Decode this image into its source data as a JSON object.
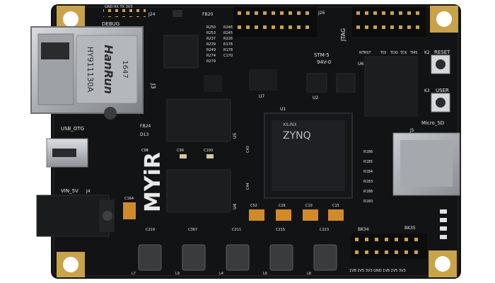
{
  "board": {
    "brand": "MYiR",
    "soc": {
      "maker": "XILINX",
      "name": "ZYNQ"
    },
    "ethernet": {
      "maker": "HanRun",
      "part": "HY911130A",
      "code": "1647"
    },
    "mcu_line": "STM-5",
    "rating": "94V-0",
    "colors": {
      "pcb": "#121314",
      "silkscreen": "#e8e8e8",
      "gold": "#c9a24a",
      "chip": "#1c1d1f",
      "inductor": "#3a3b3d",
      "tantalum": "#d18a2a"
    }
  },
  "labels": {
    "debug": "DEBUG",
    "jtag": "JTAG",
    "usb_otg": "USB_OTG",
    "vin": "VIN_5V",
    "reset": "RESET",
    "user": "USER",
    "micro_sd": "Micro_SD",
    "j3": "J3",
    "j4": "J4",
    "j5": "J5",
    "j24": "J24",
    "j26": "J26",
    "u1": "U1",
    "u2": "U2",
    "u4": "U4",
    "u5": "U5",
    "u6": "U6",
    "u7": "U7",
    "k2": "K2",
    "k3": "K3",
    "fb20": "FB20",
    "fb24": "FB24",
    "d13": "D13",
    "c98": "C98",
    "c99": "C99",
    "c100": "C100",
    "c43": "C43",
    "c44": "C44",
    "c164": "C164",
    "c52": "C52",
    "c26": "C26",
    "c10": "C10",
    "c15": "C15",
    "c219": "C219",
    "c367": "C367",
    "c211": "C211",
    "c215": "C215",
    "c223": "C223",
    "bk34": "BK34",
    "bk35": "BK35",
    "l7": "L7",
    "l9": "L9",
    "l4": "L4",
    "l6": "L6",
    "l8": "L8",
    "ntrst": "NTRST",
    "tdi": "TDI",
    "tdo": "TDO",
    "tck": "TCK",
    "tms": "TMS",
    "dbg_pins": "GND  RX  TX  3V3",
    "bottom_rail": "1V8  2V5  3V3  GND  1V8  2V5  3V3"
  }
}
